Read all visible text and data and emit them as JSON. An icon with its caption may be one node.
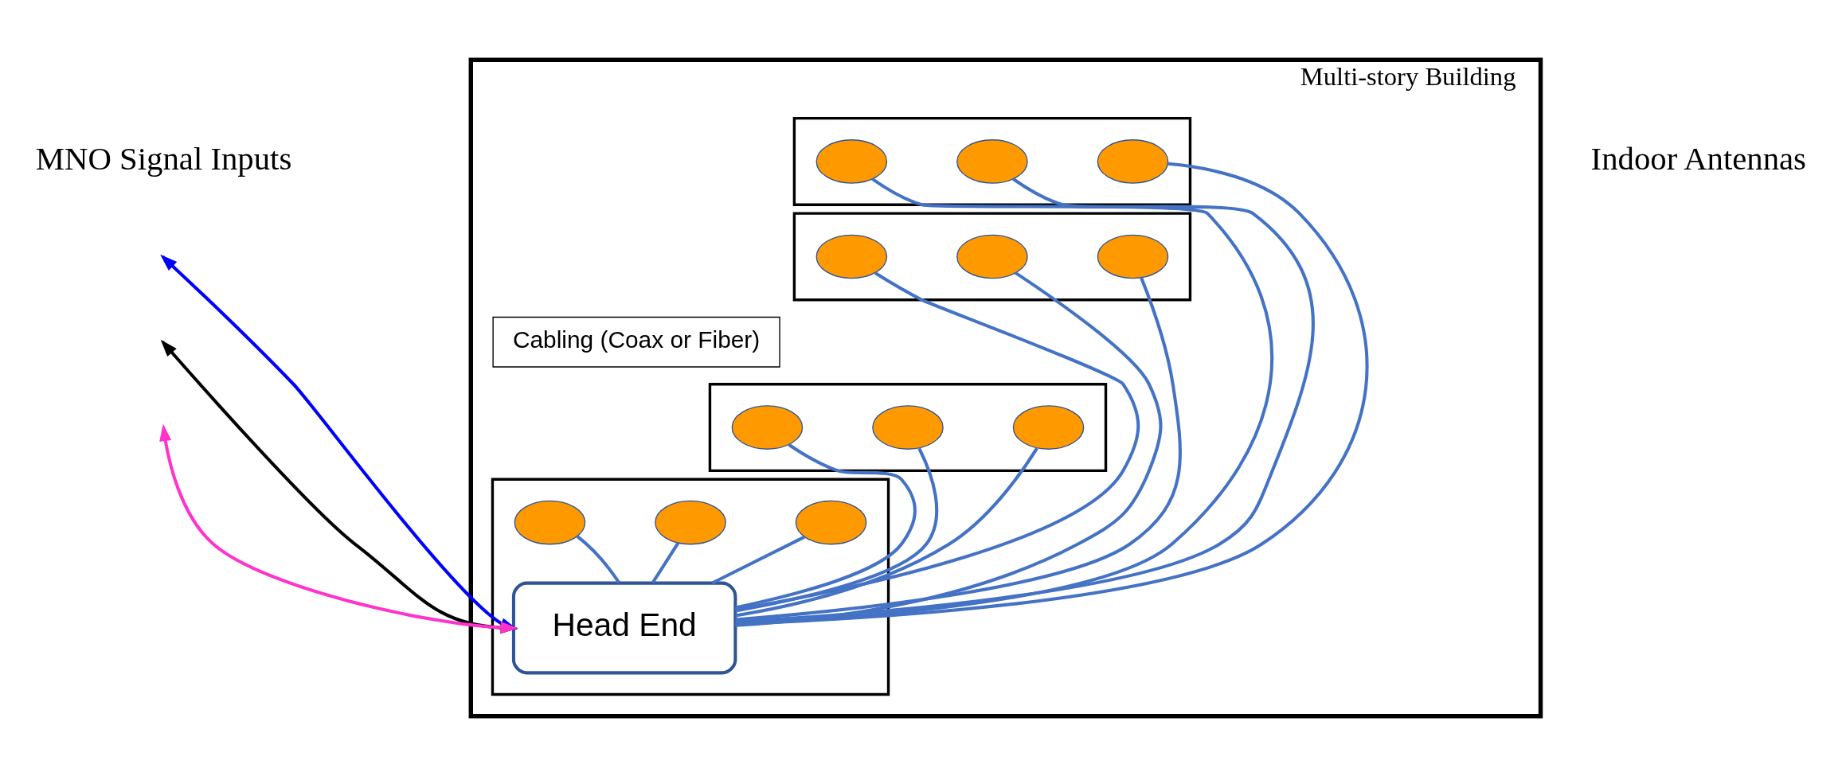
{
  "diagram": {
    "nodes": [
      {
        "text": [
          "Multi-story Building"
        ]
      },
      {
        "text": [],
        "shape": "box",
        "in": 0
      },
      {
        "text": [],
        "shape": "ellipse",
        "in": 1
      },
      {
        "text": [],
        "shape": "ellipse",
        "in": 1
      },
      {
        "text": [],
        "shape": "ellipse",
        "in": 1
      },
      {
        "text": [],
        "shape": "box",
        "in": 0
      },
      {
        "text": [],
        "shape": "ellipse",
        "in": 5
      },
      {
        "text": [],
        "shape": "ellipse",
        "in": 5
      },
      {
        "text": [],
        "shape": "ellipse",
        "in": 5
      },
      {
        "text": [
          "Cabling (Coax or Fiber)"
        ],
        "in": 0
      },
      {
        "text": [],
        "shape": "box",
        "in": 0
      },
      {
        "text": [],
        "shape": "ellipse",
        "in": 10
      },
      {
        "text": [],
        "shape": "ellipse",
        "in": 10
      },
      {
        "text": [],
        "shape": "ellipse",
        "in": 10
      },
      {
        "text": [],
        "shape": "box",
        "in": 0
      },
      {
        "text": [
          "Head End"
        ],
        "in": 14
      },
      {
        "text": [],
        "shape": "ellipse",
        "in": 14
      },
      {
        "text": [],
        "shape": "ellipse",
        "in": 14
      },
      {
        "text": [],
        "shape": "ellipse",
        "in": 14
      }
    ],
    "edges": [
      {
        "from": 15,
        "to": 2,
        "arrow": "none"
      },
      {
        "from": 15,
        "to": 3,
        "arrow": "none"
      },
      {
        "from": 15,
        "to": 4,
        "arrow": "none"
      },
      {
        "from": 15,
        "to": 6,
        "arrow": "none"
      },
      {
        "from": 15,
        "to": 7,
        "arrow": "none"
      },
      {
        "from": 15,
        "to": 8,
        "arrow": "none"
      },
      {
        "from": 15,
        "to": 11,
        "arrow": "none"
      },
      {
        "from": 15,
        "to": 12,
        "arrow": "none"
      },
      {
        "from": 15,
        "to": 13,
        "arrow": "none"
      },
      {
        "from": 15,
        "to": 16,
        "arrow": "none"
      },
      {
        "from": 15,
        "to": 17,
        "arrow": "none"
      },
      {
        "from": 15,
        "to": 18,
        "arrow": "none"
      },
      {
        "from": null,
        "to": 15,
        "arrow": "both",
        "color": "#0000ff"
      },
      {
        "from": null,
        "to": 15,
        "arrow": "both",
        "color": "#000000"
      },
      {
        "from": null,
        "to": 15,
        "arrow": "both",
        "color": "#ff33cc"
      }
    ],
    "labels": [
      "MNO Signal Inputs",
      "Indoor Antennas"
    ]
  }
}
